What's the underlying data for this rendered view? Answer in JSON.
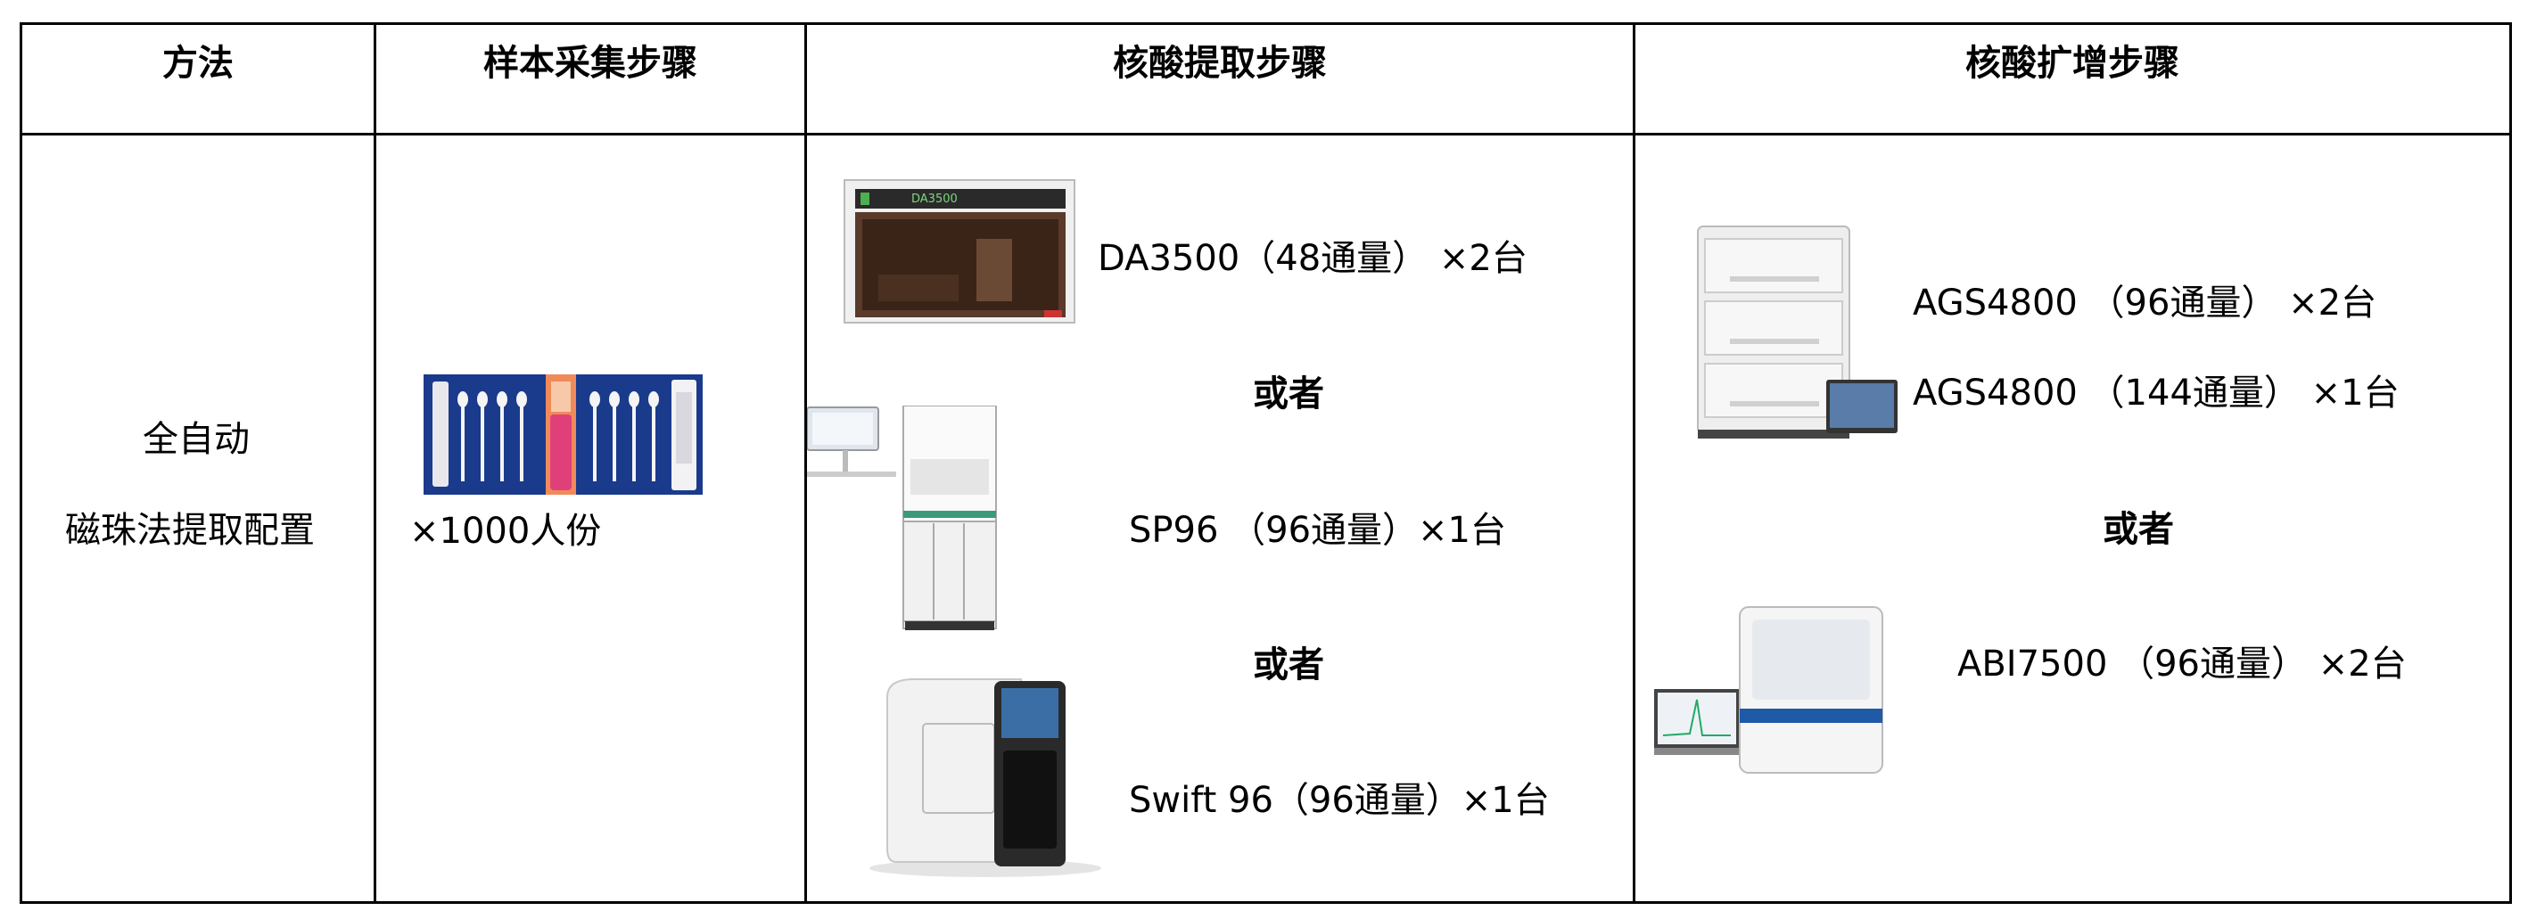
{
  "headers": {
    "method": "方法",
    "sample": "样本采集步骤",
    "extraction": "核酸提取步骤",
    "amplification": "核酸扩增步骤"
  },
  "method": {
    "line1": "全自动",
    "line2": "磁珠法提取配置"
  },
  "sample": {
    "quantity": "×1000人份"
  },
  "extraction": {
    "item1": "DA3500（48通量） ×2台",
    "or1": "或者",
    "item2": "SP96 （96通量）×1台",
    "or2": "或者",
    "item3": "Swift 96（96通量）×1台",
    "device1_logo": "DA3500"
  },
  "amplification": {
    "item1": "AGS4800 （96通量） ×2台",
    "item2": "AGS4800 （144通量） ×1台",
    "or1": "或者",
    "item3": "ABI7500 （96通量） ×2台"
  },
  "colors": {
    "swab_background": "#1a3a8c",
    "abi_stripe": "#1f5aa6",
    "sp96_accent": "#3a9a7a"
  }
}
